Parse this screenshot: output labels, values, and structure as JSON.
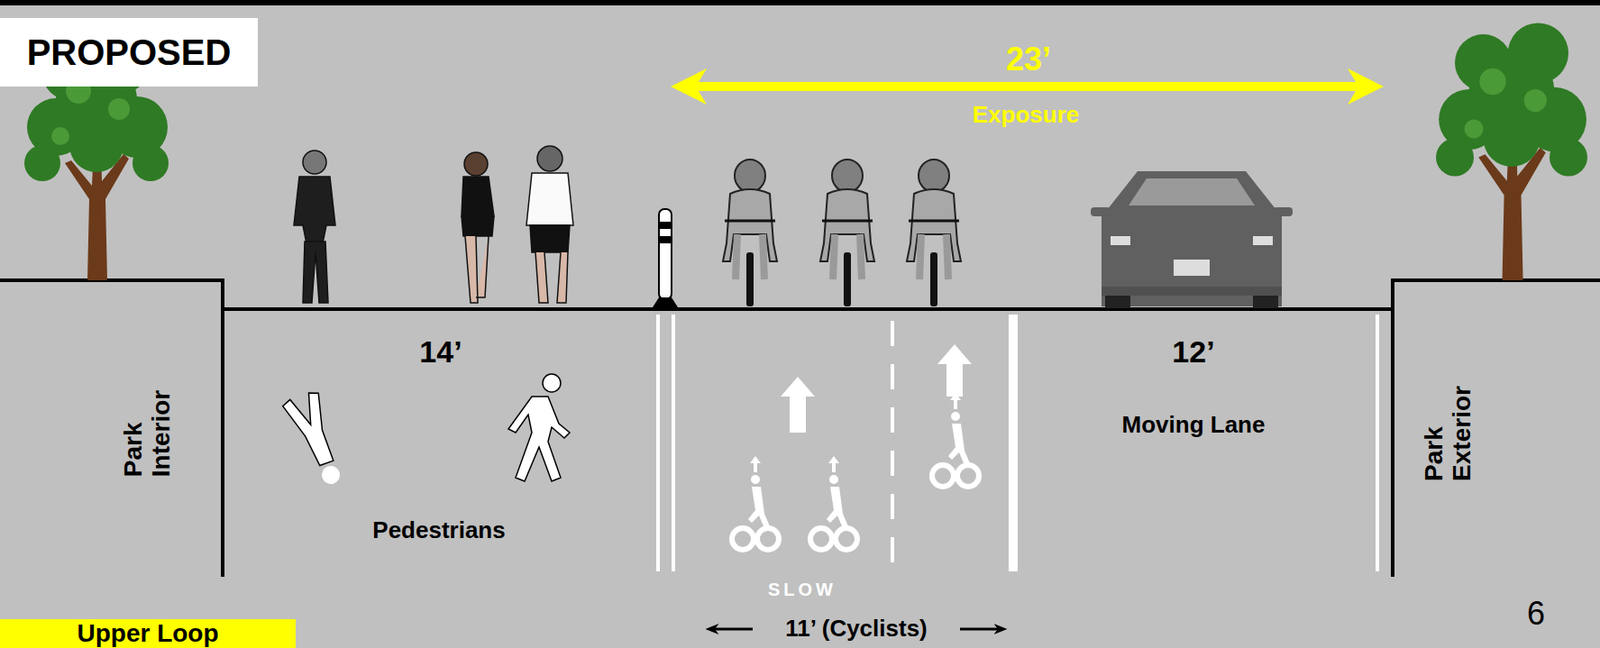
{
  "diagram": {
    "nodes": [
      {
        "text": [
          "PROPOSED"
        ]
      },
      {
        "text": [
          "Upper Loop"
        ]
      }
    ],
    "labels": [
      "23’",
      "Exposure",
      "14’",
      "Pedestrians",
      "Park Interior",
      "12’",
      "Moving Lane",
      "Park Exterior",
      "SLOW",
      "11’ (Cyclists)",
      "6"
    ]
  }
}
